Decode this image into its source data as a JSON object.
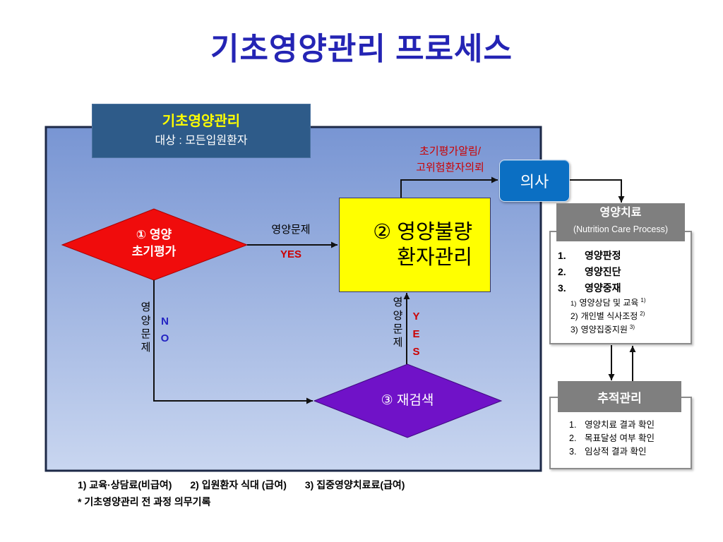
{
  "slide": {
    "title": "기초영양관리 프로세스"
  },
  "scope_box": {
    "title": "기초영양관리",
    "subtitle": "대상 : 모든입원환자"
  },
  "steps": {
    "screening": {
      "line1": "① 영양",
      "line2": "초기평가"
    },
    "management": {
      "line1": "② 영양불량",
      "line2": "환자관리"
    },
    "rescreening": {
      "label": "③ 재검색"
    }
  },
  "connectors": {
    "screening_to_management": {
      "condition": "영양문제",
      "answer": "YES"
    },
    "screening_to_rescreening": {
      "condition": "영양문제",
      "answer": "NO"
    },
    "rescreening_to_management": {
      "condition": "영양문제",
      "answer": "YES"
    },
    "management_to_doctor": {
      "line1": "초기평가알림/",
      "line2": "고위험환자의뢰"
    }
  },
  "doctor": {
    "label": "의사"
  },
  "nutrition_therapy": {
    "title": "영양치료",
    "subtitle": "(Nutrition Care Process)",
    "items": [
      {
        "num": "1.",
        "label": "영양판정"
      },
      {
        "num": "2.",
        "label": "영양진단"
      },
      {
        "num": "3.",
        "label": "영양중재"
      }
    ],
    "interventions": [
      {
        "num": "1)",
        "label": "영양상담 및 교육",
        "note": "1)"
      },
      {
        "num": "2)",
        "label": "개인별 식사조정",
        "note": "2)"
      },
      {
        "num": "3)",
        "label": "영양집중지원",
        "note": "3)"
      }
    ]
  },
  "follow_up": {
    "title": "추적관리",
    "items": [
      {
        "num": "1.",
        "label": "영양치료 결과 확인"
      },
      {
        "num": "2.",
        "label": "목표달성 여부 확인"
      },
      {
        "num": "3.",
        "label": "임상적 결과 확인"
      }
    ]
  },
  "footnotes": {
    "items": [
      "1) 교육·상담료(비급여)",
      "2) 입원환자 식대 (급여)",
      "3) 집중영양치료료(급여)"
    ],
    "note": "* 기초영양관리 전 과정 의무기록"
  },
  "colors": {
    "title": "#2424b4",
    "panel_top": "#7895d3",
    "panel_bottom": "#c9d6f0",
    "panel_border": "#1d2947",
    "scope_fill": "#2e5b89",
    "scope_title": "#ffff00",
    "screening": "#f00c0c",
    "management": "#ffff00",
    "doctor": "#0b6fc3",
    "rescreening": "#7012c8",
    "section_header": "#7f7f7f",
    "alert_text": "#cc0000",
    "no_text": "#2222c2"
  }
}
